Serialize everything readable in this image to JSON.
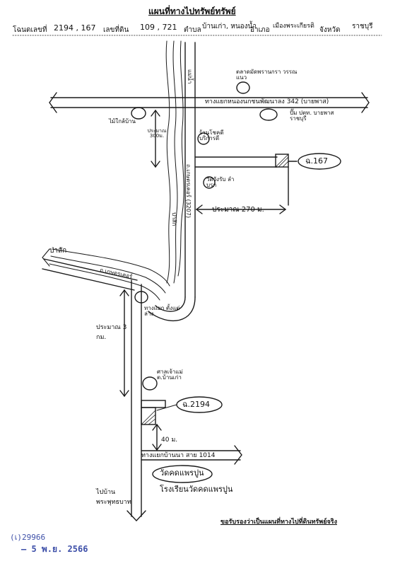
{
  "header": {
    "title": "แผนที่ทางไปทรัพย์ทรัพย์",
    "deed_label": "โฉนดเลขที่",
    "deed_no": "2194 , 167",
    "land_no_label": "เลขที่ดิน",
    "land_no": "109 , 721",
    "subdistrict_label": "ตำบล",
    "subdistrict": "บ้านเก่า, หนองน้ำ",
    "district_label": "อำเภอ",
    "district": "เมืองพระเกียรติ",
    "province_label": "จังหวัด",
    "province": "ราชบุรี"
  },
  "map": {
    "road_top": "ทางแยกหนองนกชนพัฒนาลง 342 (บายพาส)",
    "river_label": "แม่น้ำ",
    "police_office": "ตลาดมัดพรานกรา วรรณแนว",
    "gas_station": "ปั๊ม ปตท. บายพาสราชบุรี",
    "tree": "ไม้ใกล้บ้าน",
    "dist_300": "ประมาณ 300ม.",
    "shop": "ร้านโชคดี บริการดี",
    "plot_167": "ฉ.167",
    "temple_mark": "วัดวังรับ ลำบรก",
    "road_vertical": "ถ.เกษตรเคอร์ (3207)",
    "river_side": "ป่าสัก",
    "dist_270": "ประมาณ 270 ม.",
    "road_left": "ถ.เกษตรเคอร์",
    "junction": "ทางแยก ตั้งแต่ล่าง",
    "dist_3km": "ประมาณ 3 กม.",
    "school": "ศาลเจ้าแม่ ต.บ้านเก่า",
    "plot_2194": "ฉ.2194",
    "dist_40": "40 ม.",
    "road_bottom": "ทางแยกบ้านนา สาย 1014",
    "temple_bottom": "วัดคดแพรปูน",
    "school_bottom": "โรงเรียนวัดคดแพรปูน",
    "to_village": "ไปบ้าน พระพุทธบาท"
  },
  "footer": {
    "certification": "ขอรับรองว่าเป็นแผนที่ทางไปที่ดินทรัพย์จริง",
    "stamp_code": "(เ)29966",
    "stamp_date": "– 5 พ.ย. 2566"
  }
}
